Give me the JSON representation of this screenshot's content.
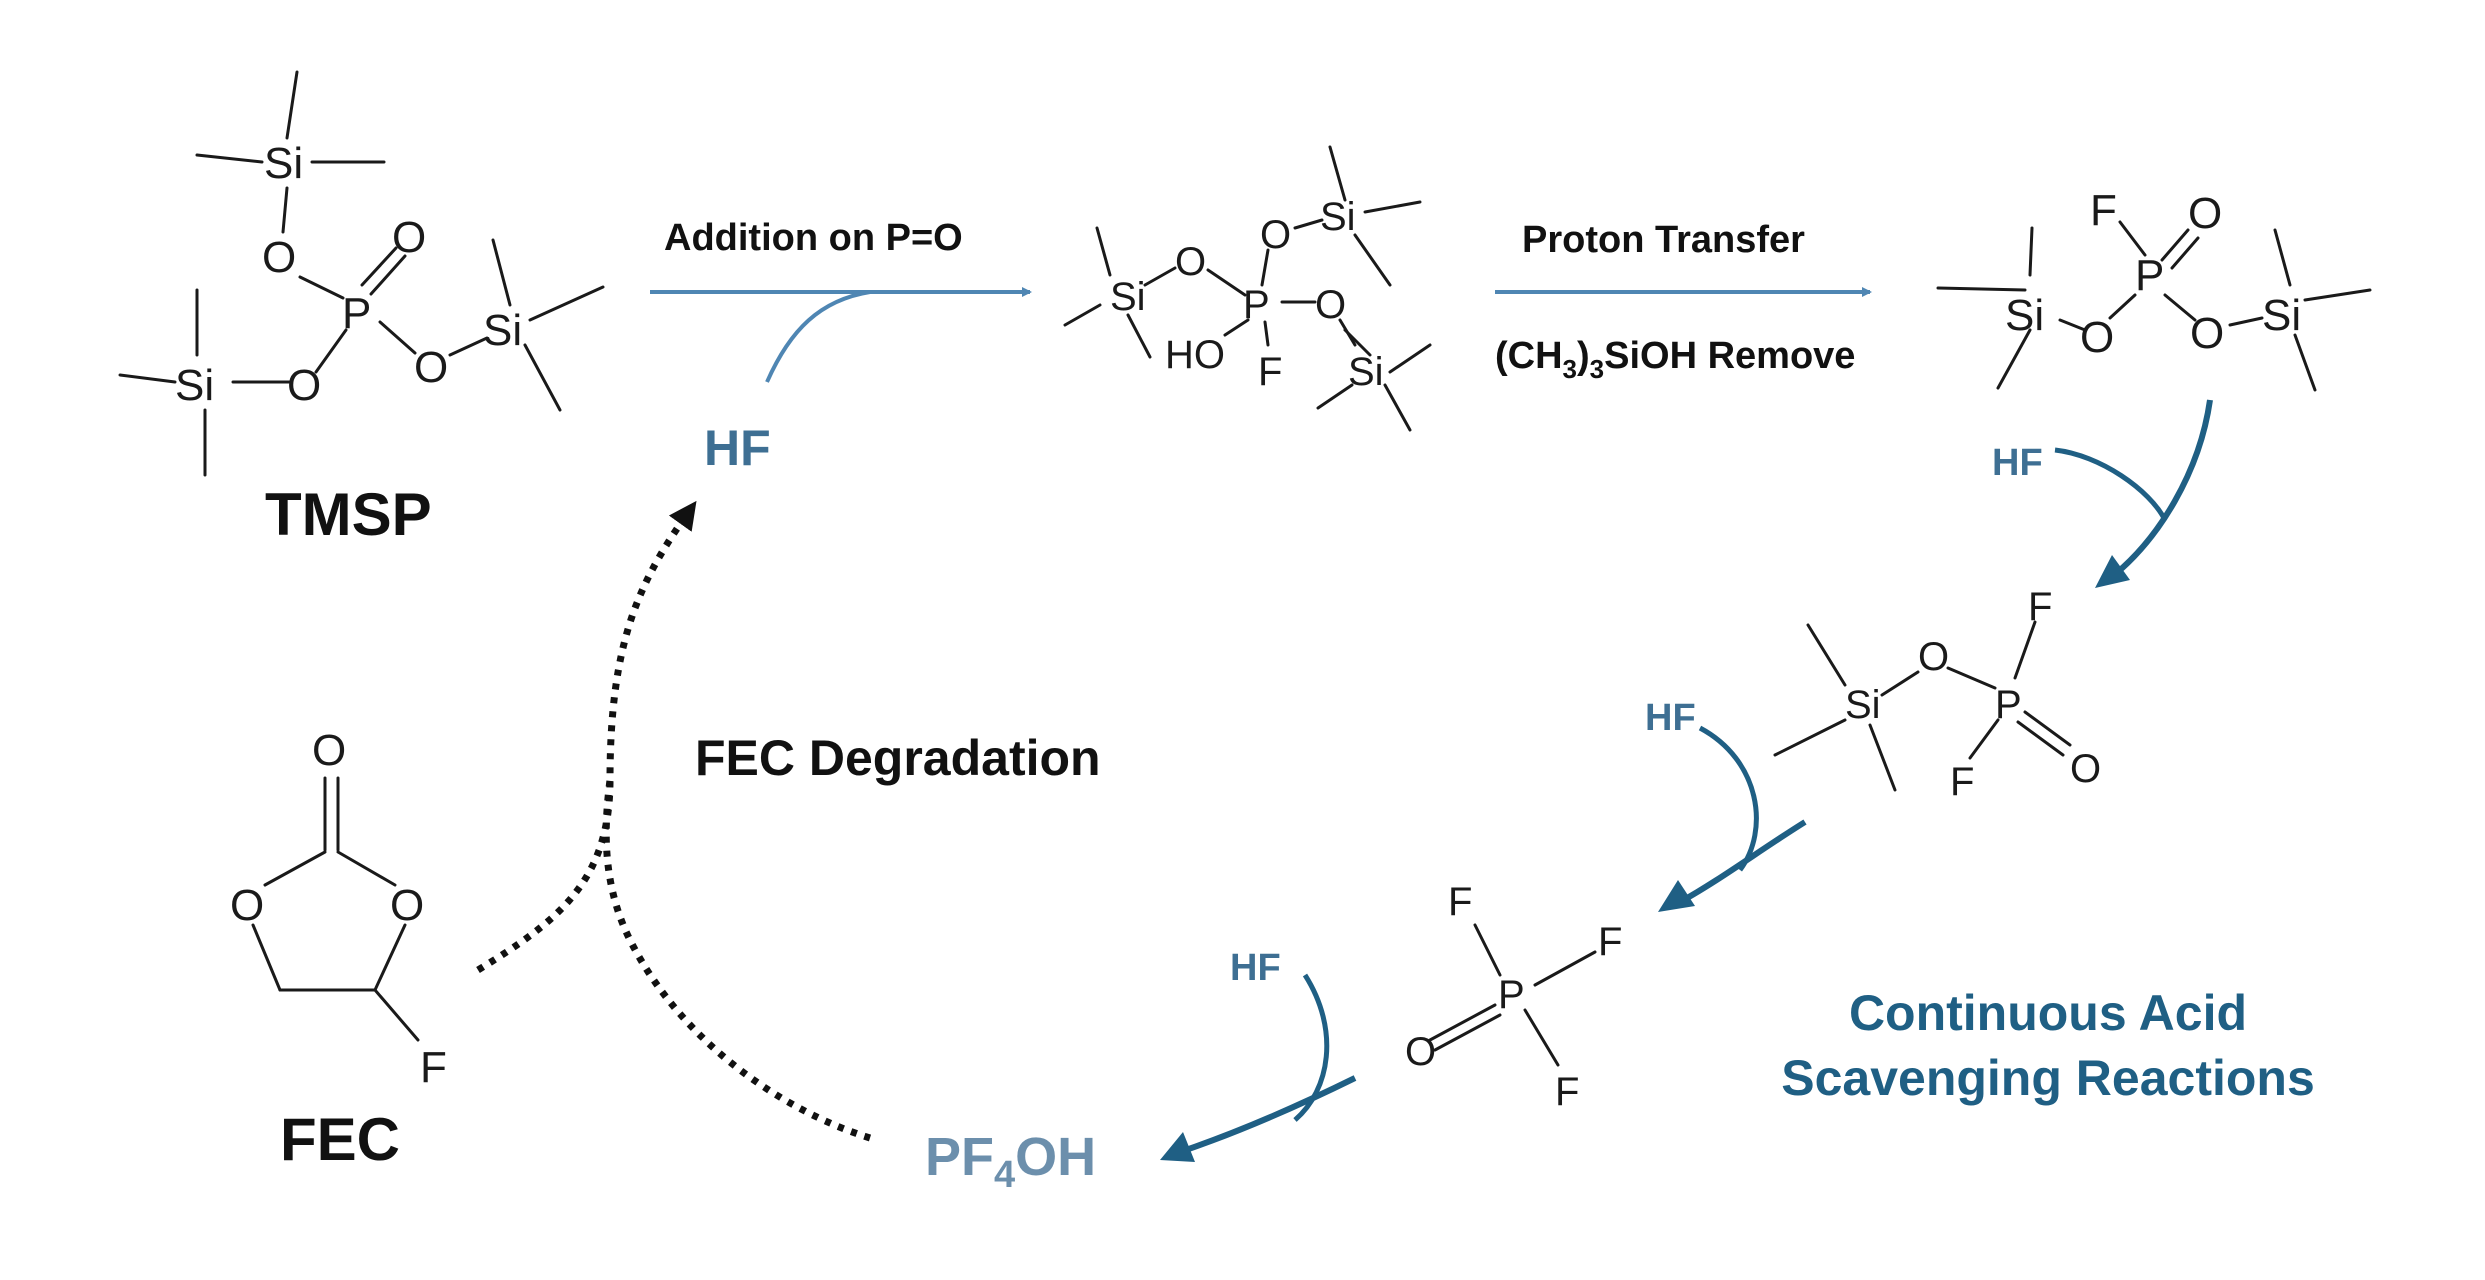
{
  "colors": {
    "bond": "#1a1a1a",
    "arrow_light": "#4f86b3",
    "arrow_dark": "#1f5f84",
    "hf_text": "#3e6f93",
    "pf4oh_text": "#6c8fac",
    "scavenging_text": "#1f5f84"
  },
  "labels": {
    "tmsp": "TMSP",
    "fec": "FEC",
    "addition": "Addition on P=O",
    "proton_transfer": "Proton Transfer",
    "remove_prefix": "(CH",
    "remove_sub1": "3",
    "remove_mid": ")",
    "remove_sub2": "3",
    "remove_suffix": "SiOH Remove",
    "fec_degradation": "FEC Degradation",
    "hf": "HF",
    "pf4oh_prefix": "PF",
    "pf4oh_sub": "4",
    "pf4oh_suffix": "OH",
    "scavenging_line1": "Continuous Acid",
    "scavenging_line2": "Scavenging Reactions"
  },
  "atoms": {
    "si": "Si",
    "o": "O",
    "p": "P",
    "f": "F",
    "ho": "HO"
  }
}
